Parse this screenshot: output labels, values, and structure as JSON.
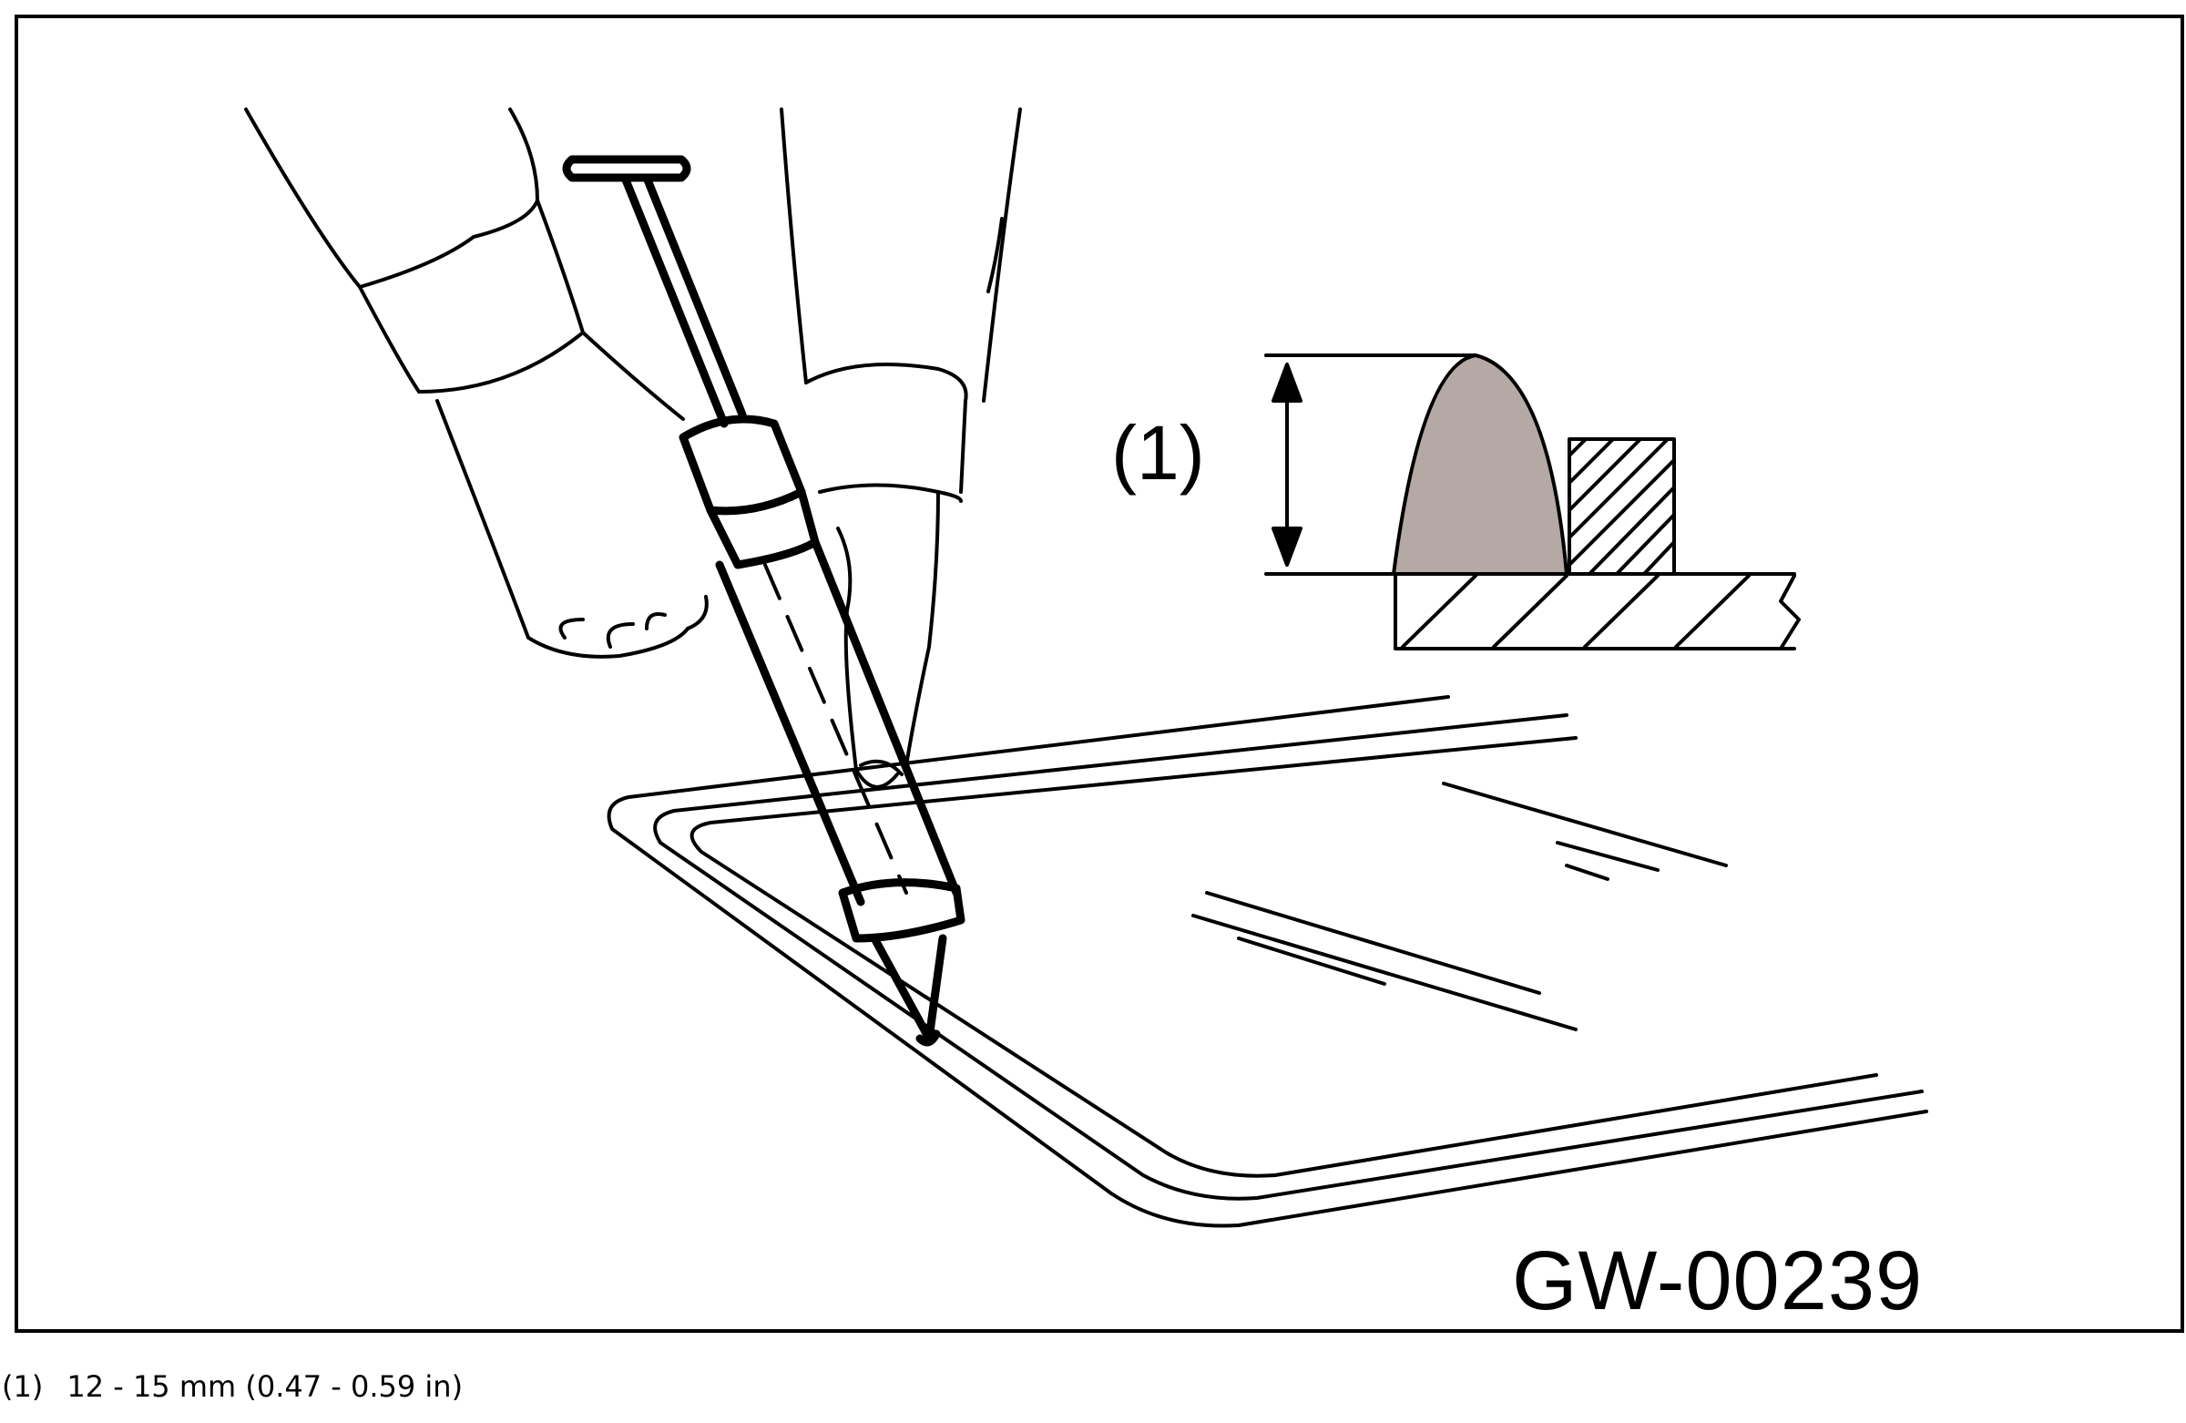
{
  "figure": {
    "code": "GW-00239",
    "callout_label": "(1)"
  },
  "legend": {
    "items": [
      {
        "key": "(1)",
        "text": "12 - 15 mm (0.47 - 0.59 in)"
      }
    ]
  },
  "colors": {
    "line": "#000000",
    "bead_fill": "#b4a9a5",
    "background": "#ffffff"
  }
}
